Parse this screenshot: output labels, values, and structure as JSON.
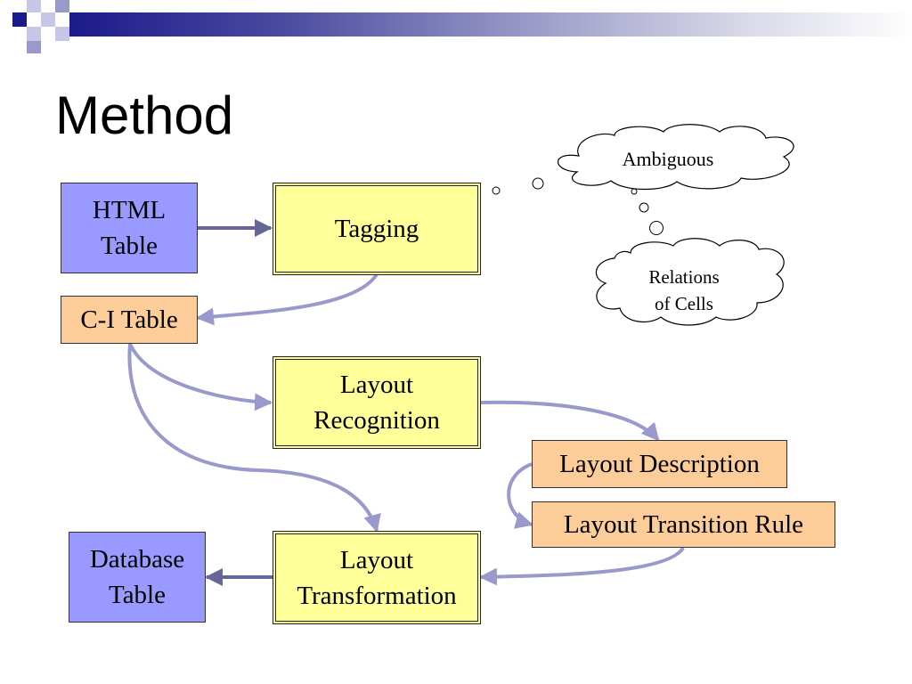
{
  "slide": {
    "title": "Method"
  },
  "colors": {
    "input_output_fill": "#9999ff",
    "data_fill": "#fccc99",
    "process_fill": "#ffff99",
    "arrow_color": "#9999cc",
    "header_dark": "#1b1a8a"
  },
  "nodes": {
    "html_table": {
      "label": "HTML\nTable"
    },
    "tagging": {
      "label": "Tagging"
    },
    "ci_table": {
      "label": "C-I Table"
    },
    "layout_recognition": {
      "label": "Layout\nRecognition"
    },
    "layout_description": {
      "label": "Layout Description"
    },
    "layout_transition_rule": {
      "label": "Layout Transition Rule"
    },
    "layout_transformation": {
      "label": "Layout\nTransformation"
    },
    "database_table": {
      "label": "Database\nTable"
    }
  },
  "thoughts": {
    "ambiguous": {
      "label": "Ambiguous"
    },
    "relations": {
      "label": "Relations\nof Cells"
    }
  }
}
